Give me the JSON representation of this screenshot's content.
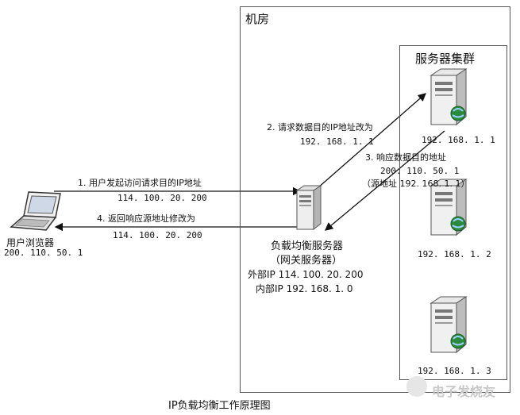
{
  "machine_room": {
    "title": "机房"
  },
  "server_cluster": {
    "title": "服务器集群",
    "servers": [
      {
        "ip": "192. 168. 1. 1"
      },
      {
        "ip": "192. 168. 1. 2"
      },
      {
        "ip": "192. 168. 1. 3"
      }
    ]
  },
  "client": {
    "name": "用户浏览器",
    "ip": "200. 110. 50. 1"
  },
  "load_balancer": {
    "name": "负载均衡服务器",
    "subtitle": "（网关服务器）",
    "external": "外部IP  114. 100. 20. 200",
    "internal": "内部IP  192. 168. 1. 0"
  },
  "steps": {
    "step1": {
      "text": "1. 用户发起访问请求目的IP地址",
      "ip": "114. 100. 20. 200"
    },
    "step2": {
      "text": "2. 请求数据目的IP地址改为",
      "ip": "192. 168. 1. 1"
    },
    "step3": {
      "text": "3. 响应数据目的地址",
      "ip": "200. 110. 50. 1",
      "note": "（源地址 192. 168. 1. 1）"
    },
    "step4": {
      "text": "4. 返回响应源地址修改为",
      "ip": "114. 100. 20. 200"
    }
  },
  "caption": "IP负载均衡工作原理图",
  "watermark": "电子发烧友"
}
